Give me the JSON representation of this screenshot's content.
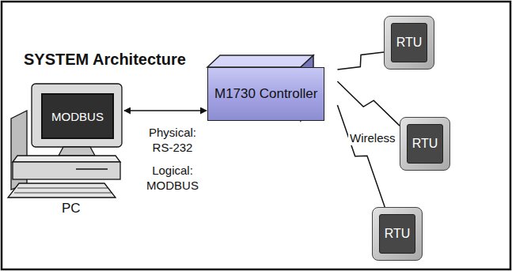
{
  "diagram": {
    "title": "SYSTEM Architecture",
    "nodes": [
      {
        "text": [
          "PC"
        ]
      },
      {
        "text": [
          "MODBUS"
        ],
        "in": 0
      },
      {
        "text": [
          "M1730 Controller"
        ]
      },
      {
        "text": [
          "RTU"
        ]
      },
      {
        "text": [
          "RTU"
        ]
      },
      {
        "text": [
          "RTU"
        ]
      }
    ],
    "edges": [
      {
        "from": 0,
        "to": 2,
        "arrow": "both"
      },
      {
        "from": 2,
        "to": 3,
        "arrow": "none"
      },
      {
        "from": 2,
        "to": 4,
        "arrow": "none"
      },
      {
        "from": 2,
        "to": 5,
        "arrow": "none"
      }
    ],
    "labels": [
      "Physical: RS-232",
      "Logical: MODBUS",
      "Wireless"
    ]
  }
}
